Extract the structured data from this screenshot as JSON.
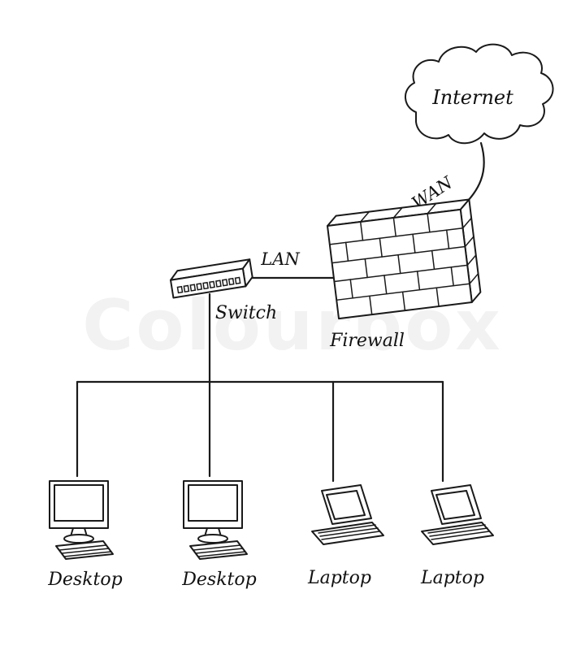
{
  "diagram": {
    "watermark": "Colourbox",
    "nodes": {
      "internet": "Internet",
      "switch": "Switch",
      "firewall": "Firewall",
      "desktop1": "Desktop",
      "desktop2": "Desktop",
      "laptop1": "Laptop",
      "laptop2": "Laptop"
    },
    "links": {
      "wan": "WAN",
      "lan": "LAN"
    },
    "colors": {
      "ink": "#1a1a1a",
      "background": "#ffffff",
      "watermark": "#f2f2f2"
    }
  }
}
